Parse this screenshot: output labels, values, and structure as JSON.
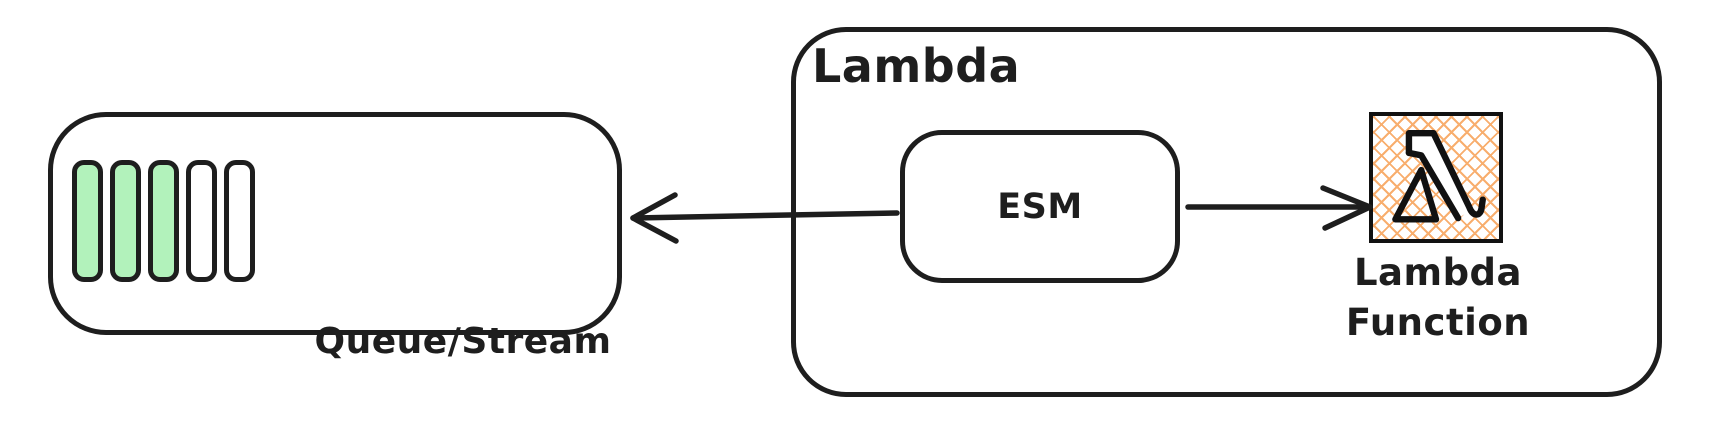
{
  "colors": {
    "stroke": "#1e1e1e",
    "background": "#ffffff",
    "bar_fill": "#b2f2bb",
    "hatch": "#f8ae6e"
  },
  "queue": {
    "label": "Queue/Stream",
    "bars": [
      "filled",
      "filled",
      "filled",
      "empty",
      "empty"
    ]
  },
  "lambda_container": {
    "label": "Lambda"
  },
  "esm": {
    "label": "ESM"
  },
  "lambda_function": {
    "icon": "aws-lambda-icon",
    "label_line1": "Lambda",
    "label_line2": "Function"
  },
  "arrows": [
    {
      "id": "esm-to-queue",
      "from": "ESM",
      "to": "Queue/Stream",
      "direction": "left"
    },
    {
      "id": "esm-to-lambda-function",
      "from": "ESM",
      "to": "Lambda Function",
      "direction": "right"
    }
  ]
}
